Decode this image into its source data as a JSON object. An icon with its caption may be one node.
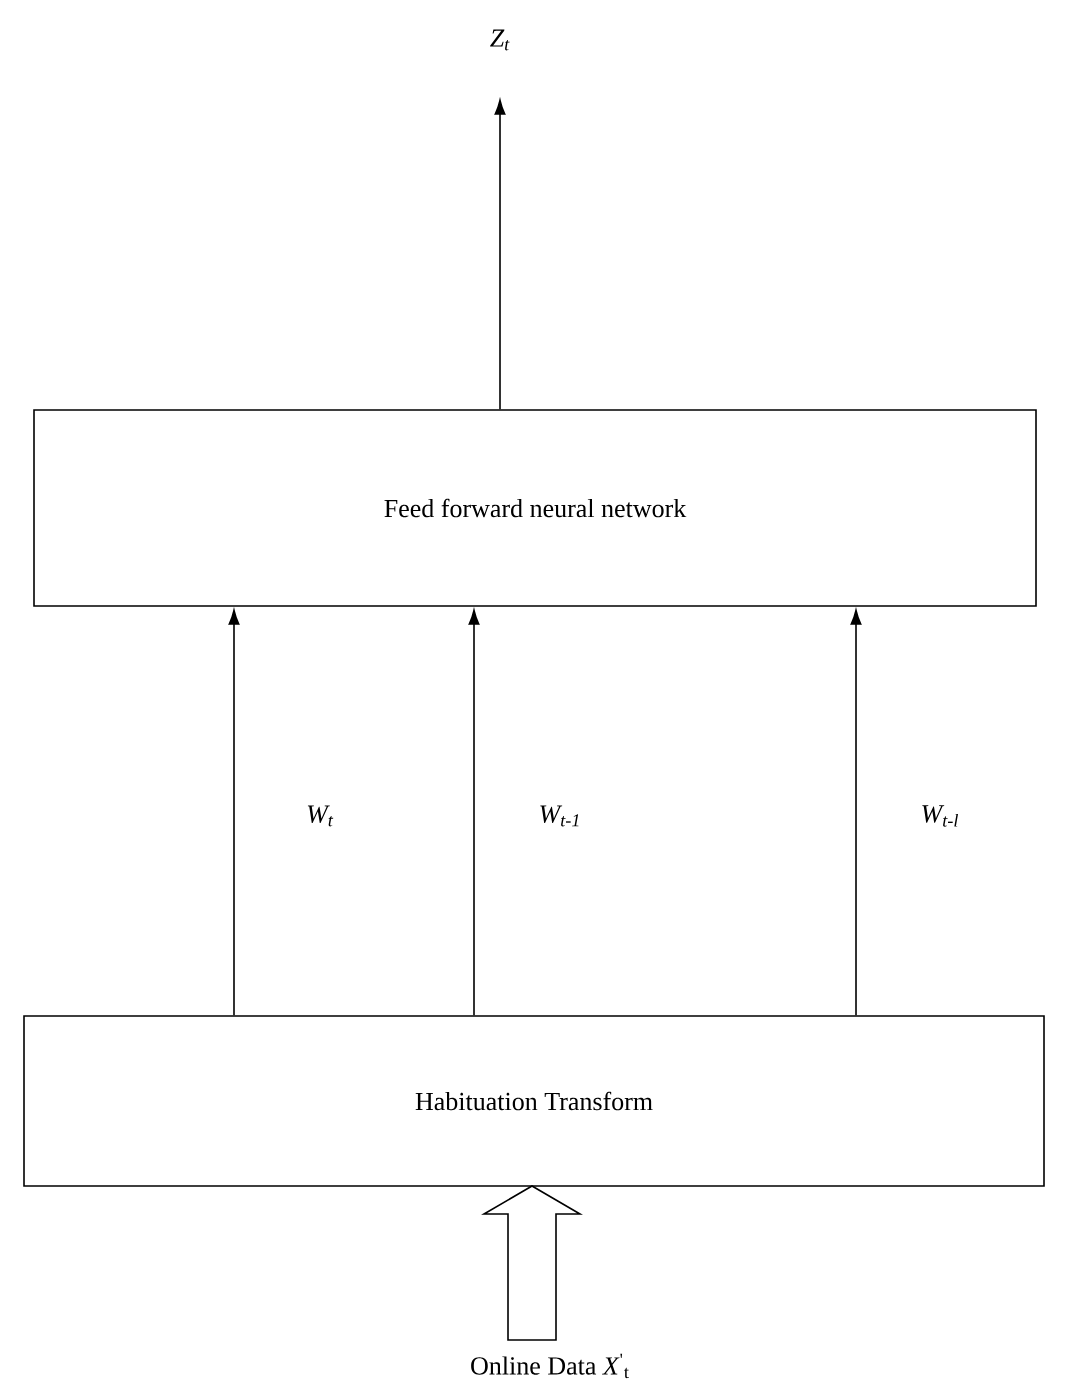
{
  "diagram": {
    "nodes": [
      {
        "text": [
          "Z$_{t}$"
        ]
      },
      {
        "text": [
          "Feed forward neural network"
        ]
      },
      {
        "text": [
          "Habituation Transform"
        ]
      },
      {
        "text": [
          "Online Data *X*$^{'}$$_{t}$"
        ]
      }
    ],
    "edges": [
      {
        "from": 1,
        "to": 0,
        "arrow": "to"
      },
      {
        "from": 2,
        "to": 1,
        "arrow": "to",
        "label": "W$_{t}$"
      },
      {
        "from": 2,
        "to": 1,
        "arrow": "to",
        "label": "W$_{t-1}$"
      },
      {
        "from": 2,
        "to": 1,
        "arrow": "to",
        "label": "W$_{t-l}$"
      },
      {
        "from": 3,
        "to": 2,
        "arrow": "to",
        "style": "thick"
      }
    ]
  }
}
